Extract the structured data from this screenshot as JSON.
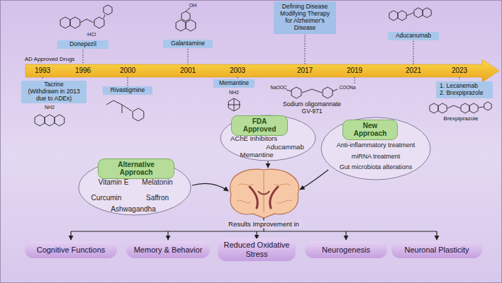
{
  "diagram": {
    "nodes": [
      {
        "text": [
          "Donepezil"
        ]
      },
      {
        "text": [
          "Galantamine"
        ]
      },
      {
        "text": [
          "Defining Disease Modifying Therapy for Alzheimer's Disease"
        ]
      },
      {
        "text": [
          "Aducanumab"
        ]
      },
      {
        "text": [
          "Tacrine",
          "(Withdrawn in 2013 due to ADEs)"
        ]
      },
      {
        "text": [
          "Rivastigmine"
        ]
      },
      {
        "text": [
          "Memantine"
        ]
      },
      {
        "text": [
          "1. Lecanemab",
          "2. Brexpiprazole"
        ]
      },
      {
        "text": [
          "Vitamin E",
          "Melatonin",
          "Curcumin",
          "Saffron",
          "Ashwagandha"
        ]
      },
      {
        "text": [
          "Alternative Approach"
        ],
        "in": 8
      },
      {
        "text": [
          "AChE Inhibitors",
          "Aducammab",
          "Memantine"
        ]
      },
      {
        "text": [
          "FDA Approved"
        ],
        "in": 10
      },
      {
        "text": [
          "Anti-inflammatory treatment",
          "miRNA treatment",
          "Gut microbiota alterations"
        ]
      },
      {
        "text": [
          "New Approach"
        ],
        "in": 12
      },
      {
        "text": [
          "Cognitive Functions"
        ]
      },
      {
        "text": [
          "Memory & Behavior"
        ]
      },
      {
        "text": [
          "Reduced Oxidative Stress"
        ]
      },
      {
        "text": [
          "Neurogenesis"
        ]
      },
      {
        "text": [
          "Neuronal Plasticity"
        ]
      }
    ],
    "labels": [
      "AD Approved Drugs",
      "1993",
      "1996",
      "2000",
      "2001",
      "2003",
      "2017",
      "2019",
      "2021",
      "2023",
      "·HCl",
      "OH",
      "NH2",
      "NH2",
      "NaOOC",
      "COONa",
      "Sodium oligomannate GV-971",
      "Brexpiprazole",
      "Results Improvement in"
    ]
  }
}
